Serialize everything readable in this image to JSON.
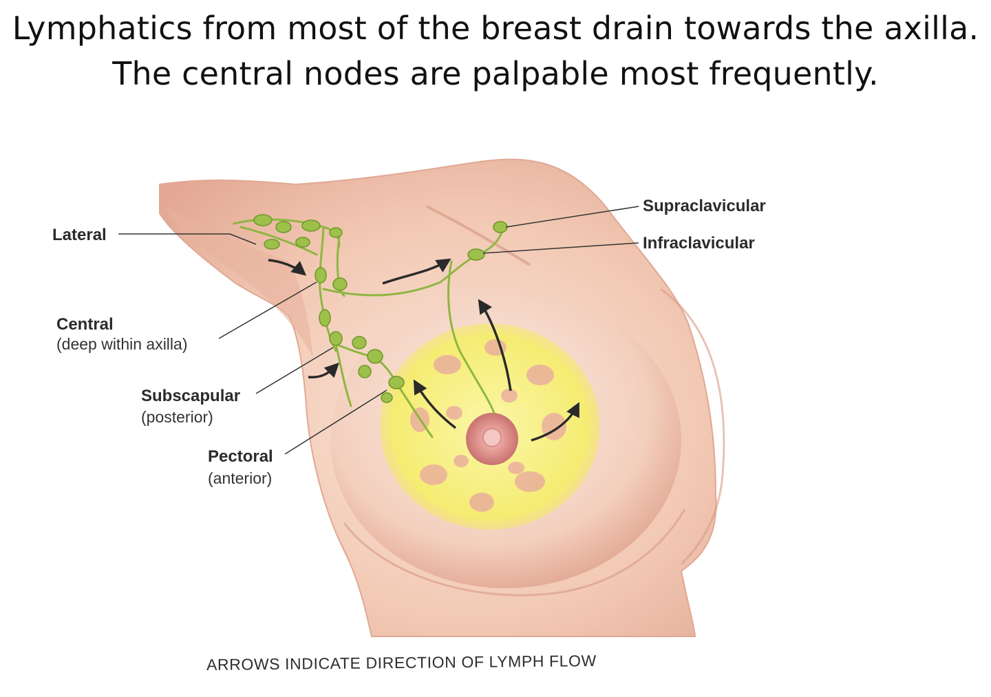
{
  "title": {
    "line1": "Lymphatics from most of the breast drain towards the axilla.",
    "line2": "The central nodes are palpable most frequently."
  },
  "labels": {
    "lateral": "Lateral",
    "central": "Central",
    "central_note": "(deep within axilla)",
    "subscapular": "Subscapular",
    "subscapular_note": "(posterior)",
    "pectoral": "Pectoral",
    "pectoral_note": "(anterior)",
    "supraclavicular": "Supraclavicular",
    "infraclavicular": "Infraclavicular"
  },
  "caption": "ARROWS INDICATE DIRECTION OF LYMPH FLOW",
  "colors": {
    "skin": "#f2c9b4",
    "skin_shadow": "#d89a85",
    "gland": "#f5ee6e",
    "lobule": "#e8a7a0",
    "areola": "#d98a86",
    "lymph": "#8fb640",
    "lymph_node": "#9cc04a",
    "arrow": "#2a2a2a"
  }
}
